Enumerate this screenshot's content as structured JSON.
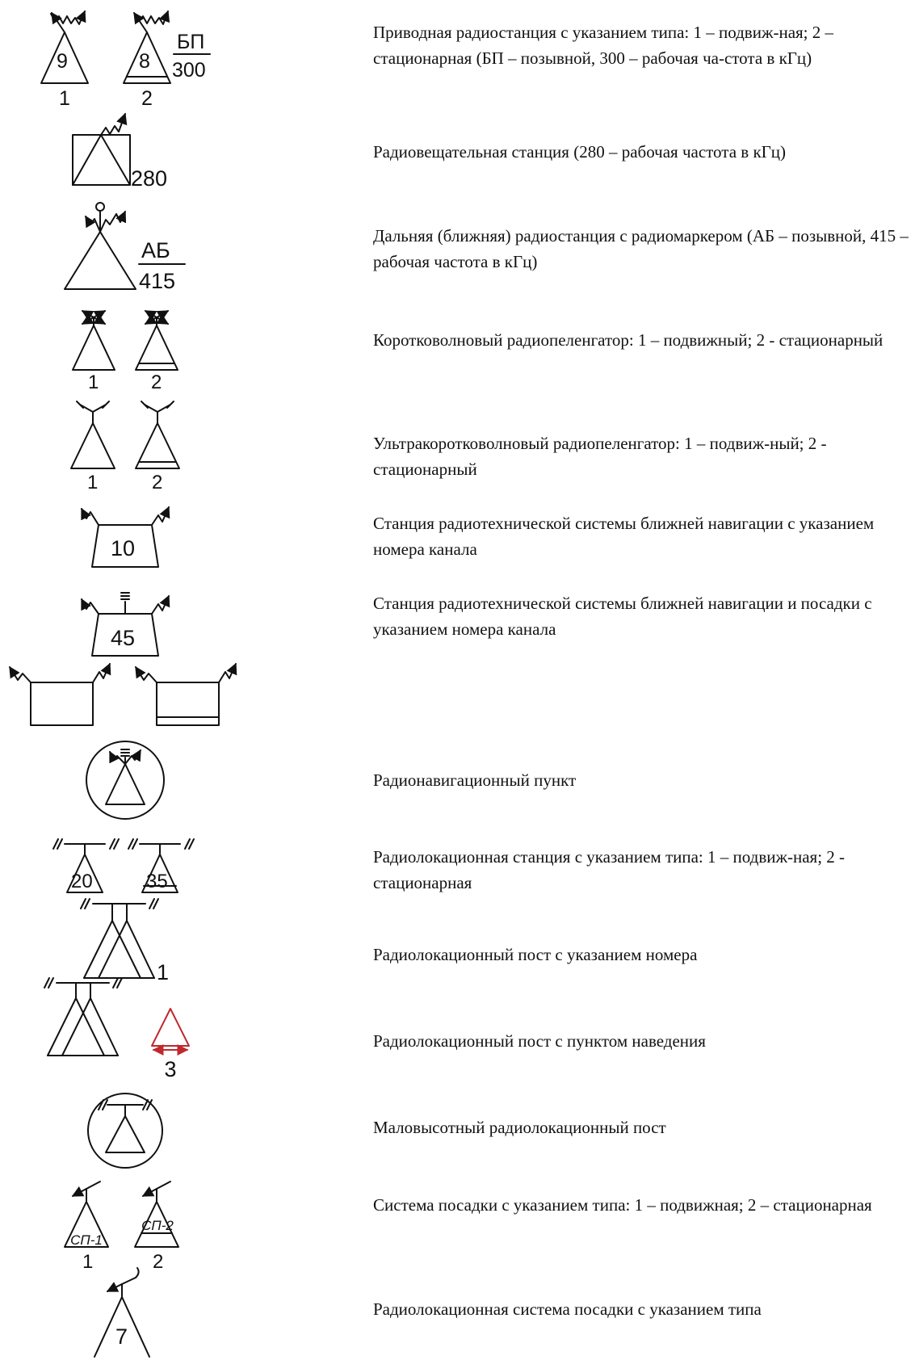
{
  "rows": [
    {
      "description": "Приводная радиостанция с указанием типа: 1 – подвиж-ная; 2 – стационарная (БП – позывной, 300 – рабочая ча-стота в кГц)",
      "symbol_labels": {
        "left_num": "9",
        "left_type": "1",
        "right_num": "8",
        "right_type": "2",
        "callsign": "БП",
        "frequency": "300"
      }
    },
    {
      "description": "Радиовещательная станция (280 – рабочая частота в кГц)",
      "symbol_labels": {
        "frequency": "280"
      }
    },
    {
      "description": "Дальняя (ближняя) радиостанция с радиомаркером (АБ – позывной, 415 – рабочая частота в кГц)",
      "symbol_labels": {
        "callsign": "АБ",
        "frequency": "415"
      }
    },
    {
      "description": "Коротковолновый радиопеленгатор: 1 – подвижный; 2 - стационарный",
      "symbol_labels": {
        "left_type": "1",
        "right_type": "2"
      }
    },
    {
      "description": "Ультракоротковолновый радиопеленгатор: 1 – подвиж-ный; 2 - стационарный",
      "symbol_labels": {
        "left_type": "1",
        "right_type": "2"
      }
    },
    {
      "description": "Станция радиотехнической системы ближней навигации с указанием номера канала",
      "symbol_labels": {
        "channel": "10"
      }
    },
    {
      "description": "Станция радиотехнической системы ближней навигации и посадки с указанием номера канала",
      "symbol_labels": {
        "channel": "45"
      }
    },
    {
      "description": "",
      "symbol_labels": {}
    },
    {
      "description": "Радионавигационный пункт",
      "symbol_labels": {}
    },
    {
      "description": "Радиолокационная станция с указанием типа: 1 – подвиж-ная; 2 - стационарная",
      "symbol_labels": {
        "left_num": "20",
        "right_num": "35"
      }
    },
    {
      "description": "Радиолокационный пост с указанием номера",
      "symbol_labels": {
        "post_num": "1"
      }
    },
    {
      "description": "Радиолокационный пост с пунктом наведения",
      "symbol_labels": {
        "guidance_num": "3"
      },
      "accent_color": "#c0282d"
    },
    {
      "description": "Маловысотный радиолокационный пост",
      "symbol_labels": {}
    },
    {
      "description": "Система посадки с указанием типа: 1 – подвижная; 2 – стационарная",
      "symbol_labels": {
        "left_code": "СП-1",
        "left_type": "1",
        "right_code": "СП-2",
        "right_type": "2"
      }
    },
    {
      "description": "Радиолокационная система посадки с указанием типа",
      "symbol_labels": {
        "type_num": "7"
      }
    }
  ]
}
